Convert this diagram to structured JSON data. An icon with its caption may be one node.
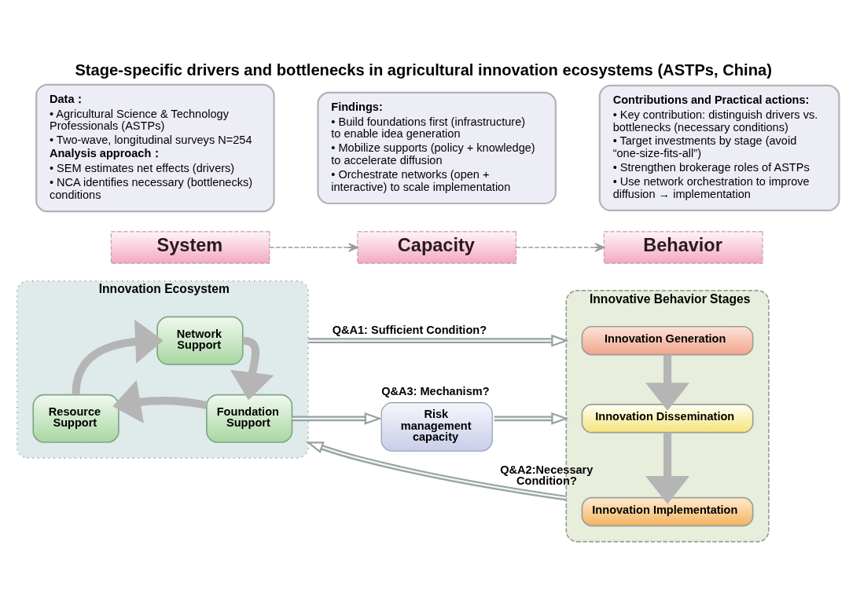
{
  "diagram": {
    "title": "Stage-specific drivers and bottlenecks in agricultural innovation ecosystems (ASTPs, China)",
    "nodes": [
      {
        "text": [
          "Data：",
          "• Agricultural Science & Technology Professionals (ASTPs)",
          "• Two-wave, longitudinal surveys N=254",
          "Analysis approach：",
          "• SEM estimates net effects (drivers)",
          "• NCA identifies necessary (bottlenecks) conditions"
        ]
      },
      {
        "text": [
          "Findings:",
          "• Build foundations first (infrastructure) to enable idea generation",
          "• Mobilize supports (policy + knowledge) to accelerate diffusion",
          "• Orchestrate networks (open + interactive) to scale implementation"
        ]
      },
      {
        "text": [
          "Contributions and Practical actions:",
          "• Key contribution: distinguish drivers vs. bottlenecks (necessary conditions)",
          "• Target investments by stage (avoid “one-size-fits-all”)",
          "• Strengthen brokerage roles of ASTPs",
          "• Use network orchestration to improve diffusion → implementation"
        ]
      },
      {
        "text": [
          "System"
        ]
      },
      {
        "text": [
          "Capacity"
        ]
      },
      {
        "text": [
          "Behavior"
        ]
      },
      {
        "text": [
          "Innovation Ecosystem"
        ]
      },
      {
        "text": [
          "Network Support"
        ],
        "in": 6
      },
      {
        "text": [
          "Resource Support"
        ],
        "in": 6
      },
      {
        "text": [
          "Foundation Support"
        ],
        "in": 6
      },
      {
        "text": [
          "Risk management capacity"
        ],
        "beside": [
          "Q&A3: Mechanism?"
        ]
      },
      {
        "text": [
          "Innovative Behavior Stages"
        ]
      },
      {
        "text": [
          "Innovation Generation"
        ],
        "in": 11
      },
      {
        "text": [
          "Innovation Dissemination"
        ],
        "in": 11
      },
      {
        "text": [
          "Innovation Implementation"
        ],
        "in": 11
      }
    ],
    "edges": [
      {
        "from": 3,
        "to": 4,
        "arrow": "to",
        "style": "dashed"
      },
      {
        "from": 4,
        "to": 5,
        "arrow": "to",
        "style": "dashed"
      },
      {
        "from": 6,
        "to": 11,
        "arrow": "to",
        "label": "Q&A1: Sufficient Condition?"
      },
      {
        "from": 8,
        "to": 7,
        "arrow": "to",
        "style": "thick"
      },
      {
        "from": 7,
        "to": 9,
        "arrow": "to",
        "style": "thick"
      },
      {
        "from": 9,
        "to": 8,
        "arrow": "to",
        "style": "thick"
      },
      {
        "from": 9,
        "to": 10,
        "arrow": "to"
      },
      {
        "from": 10,
        "to": 11,
        "arrow": "to"
      },
      {
        "from": 12,
        "to": 13,
        "arrow": "to",
        "style": "thick"
      },
      {
        "from": 13,
        "to": 14,
        "arrow": "to",
        "style": "thick"
      },
      {
        "from": 11,
        "to": 6,
        "arrow": "to",
        "label": "Q&A2:Necessary Condition?"
      }
    ]
  }
}
